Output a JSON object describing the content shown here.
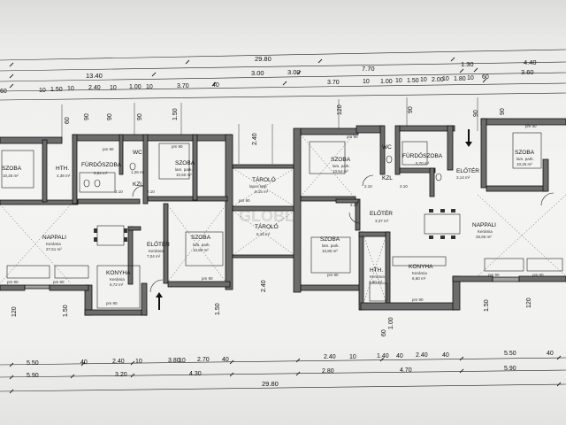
{
  "top_dims": {
    "total": "29.80",
    "row2": [
      "13.40",
      "7.70",
      "1.30",
      "4.40"
    ],
    "row3": [
      "3.00",
      "3.00",
      "3.60"
    ],
    "row4": [
      "60",
      "10",
      "1.50",
      "10",
      "2.40",
      "10",
      "1.00",
      "10",
      "3.70",
      "40",
      "3.70",
      "10",
      "1.00",
      "10",
      "1.50",
      "10",
      "2.00",
      "10",
      "1.80",
      "10",
      "60"
    ]
  },
  "bottom_dims": {
    "row1": [
      "5.50",
      "40",
      "2.40",
      "10",
      "3.80",
      "10",
      "2.70",
      "40",
      "2.40",
      "10",
      "1.40",
      "40",
      "2.40",
      "40",
      "5.50",
      "40"
    ],
    "row2": [
      "5.90",
      "3.20",
      "4.30",
      "2.80",
      "4.70",
      "5.90"
    ],
    "total": "29.80"
  },
  "rooms": [
    {
      "name": "SZOBA",
      "area": "10,26 m²"
    },
    {
      "name": "HTH.",
      "area": "4,38 m²"
    },
    {
      "name": "FÜRDŐSZOBA",
      "area": "6,84 m²"
    },
    {
      "name": "WC",
      "area": "1,26 m²"
    },
    {
      "name": "SZOBA",
      "sub": "lam. park.",
      "area": "10,50 m²"
    },
    {
      "name": "KZL",
      "area": ""
    },
    {
      "name": "TÁROLÓ",
      "sub": "lapos tető",
      "area": "6,15 m²"
    },
    {
      "name": "SZOBA",
      "sub": "lam. park.",
      "area": "10,54 m²"
    },
    {
      "name": "WC",
      "area": ""
    },
    {
      "name": "FÜRDŐSZOBA",
      "area": "5,70 m²"
    },
    {
      "name": "ELŐTÉR",
      "area": "3,14 m²"
    },
    {
      "name": "SZOBA",
      "sub": "lam. park.",
      "area": "10,26 m²"
    },
    {
      "name": "KZL",
      "area": ""
    },
    {
      "name": "ELŐTÉR",
      "area": "3,37 m²"
    },
    {
      "name": "NAPPALI",
      "sub": "Kerámia",
      "area": "27,51 m²"
    },
    {
      "name": "ELŐTÉR",
      "sub": "Kerámia",
      "area": "7,04 m²"
    },
    {
      "name": "SZOBA",
      "sub": "lam. park.",
      "area": "10,80 m²"
    },
    {
      "name": "TÁROLÓ",
      "area": "6,15 m²"
    },
    {
      "name": "SZOBA",
      "sub": "lam. park.",
      "area": "10,80 m²"
    },
    {
      "name": "NAPPALI",
      "sub": "Kerámia",
      "area": "26,65 m²"
    },
    {
      "name": "KONYHA",
      "sub": "Kerámia",
      "area": "6,72 m²"
    },
    {
      "name": "HTH.",
      "sub": "Kerámia",
      "area": "4,90 m²"
    },
    {
      "name": "KONYHA",
      "sub": "Kerámia",
      "area": "6,60 m²"
    }
  ],
  "opening_labels": [
    "pm 90",
    "90",
    "120",
    "2.10",
    "60",
    "1.00",
    "1.20",
    "1.50",
    "2.40"
  ],
  "watermark": "GLOBL"
}
